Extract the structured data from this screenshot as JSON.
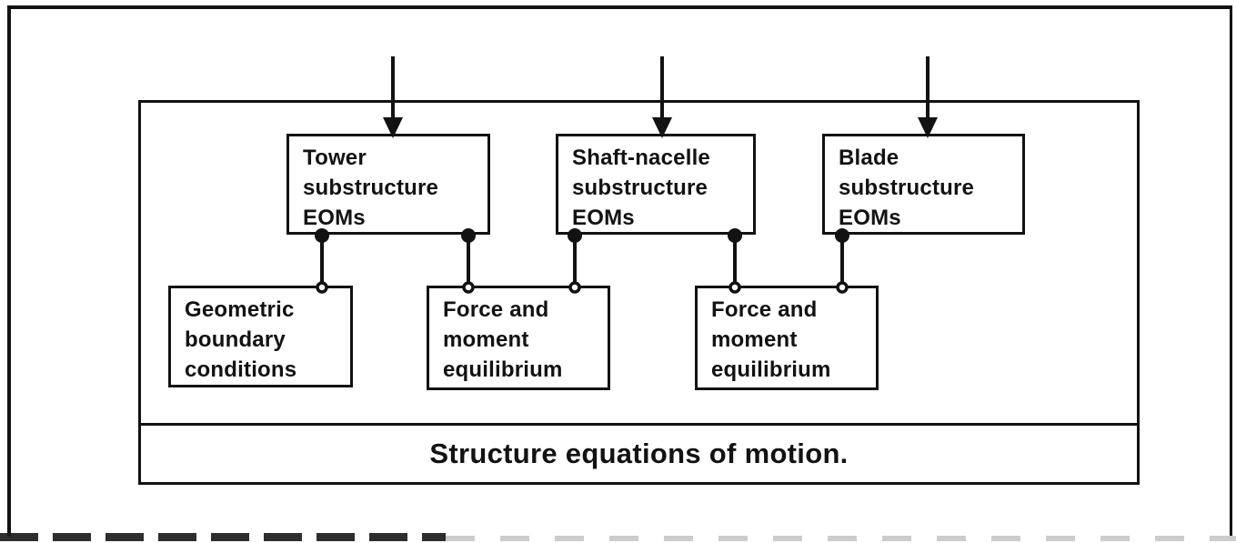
{
  "diagram": {
    "boxes": {
      "tower_eoms": "Tower\nsubstructure\nEOMs",
      "shaft_nacelle_eoms": "Shaft-nacelle\nsubstructure\nEOMs",
      "blade_eoms": "Blade\nsubstructure\nEOMs",
      "geometric_bc": "Geometric\nboundary\nconditions",
      "force_moment_1": "Force and\nmoment\nequilibrium",
      "force_moment_2": "Force and\nmoment\nequilibrium"
    },
    "footer_label": "Structure equations of motion.",
    "edges": [
      {
        "from": "tower_eoms",
        "to": "geometric_bc"
      },
      {
        "from": "tower_eoms",
        "to": "force_moment_1"
      },
      {
        "from": "shaft_nacelle_eoms",
        "to": "force_moment_1"
      },
      {
        "from": "shaft_nacelle_eoms",
        "to": "force_moment_2"
      },
      {
        "from": "blade_eoms",
        "to": "force_moment_2"
      }
    ],
    "external_input_arrows": [
      "tower_eoms",
      "shaft_nacelle_eoms",
      "blade_eoms"
    ],
    "colors": {
      "line": "#121212",
      "background": "#ffffff"
    }
  }
}
